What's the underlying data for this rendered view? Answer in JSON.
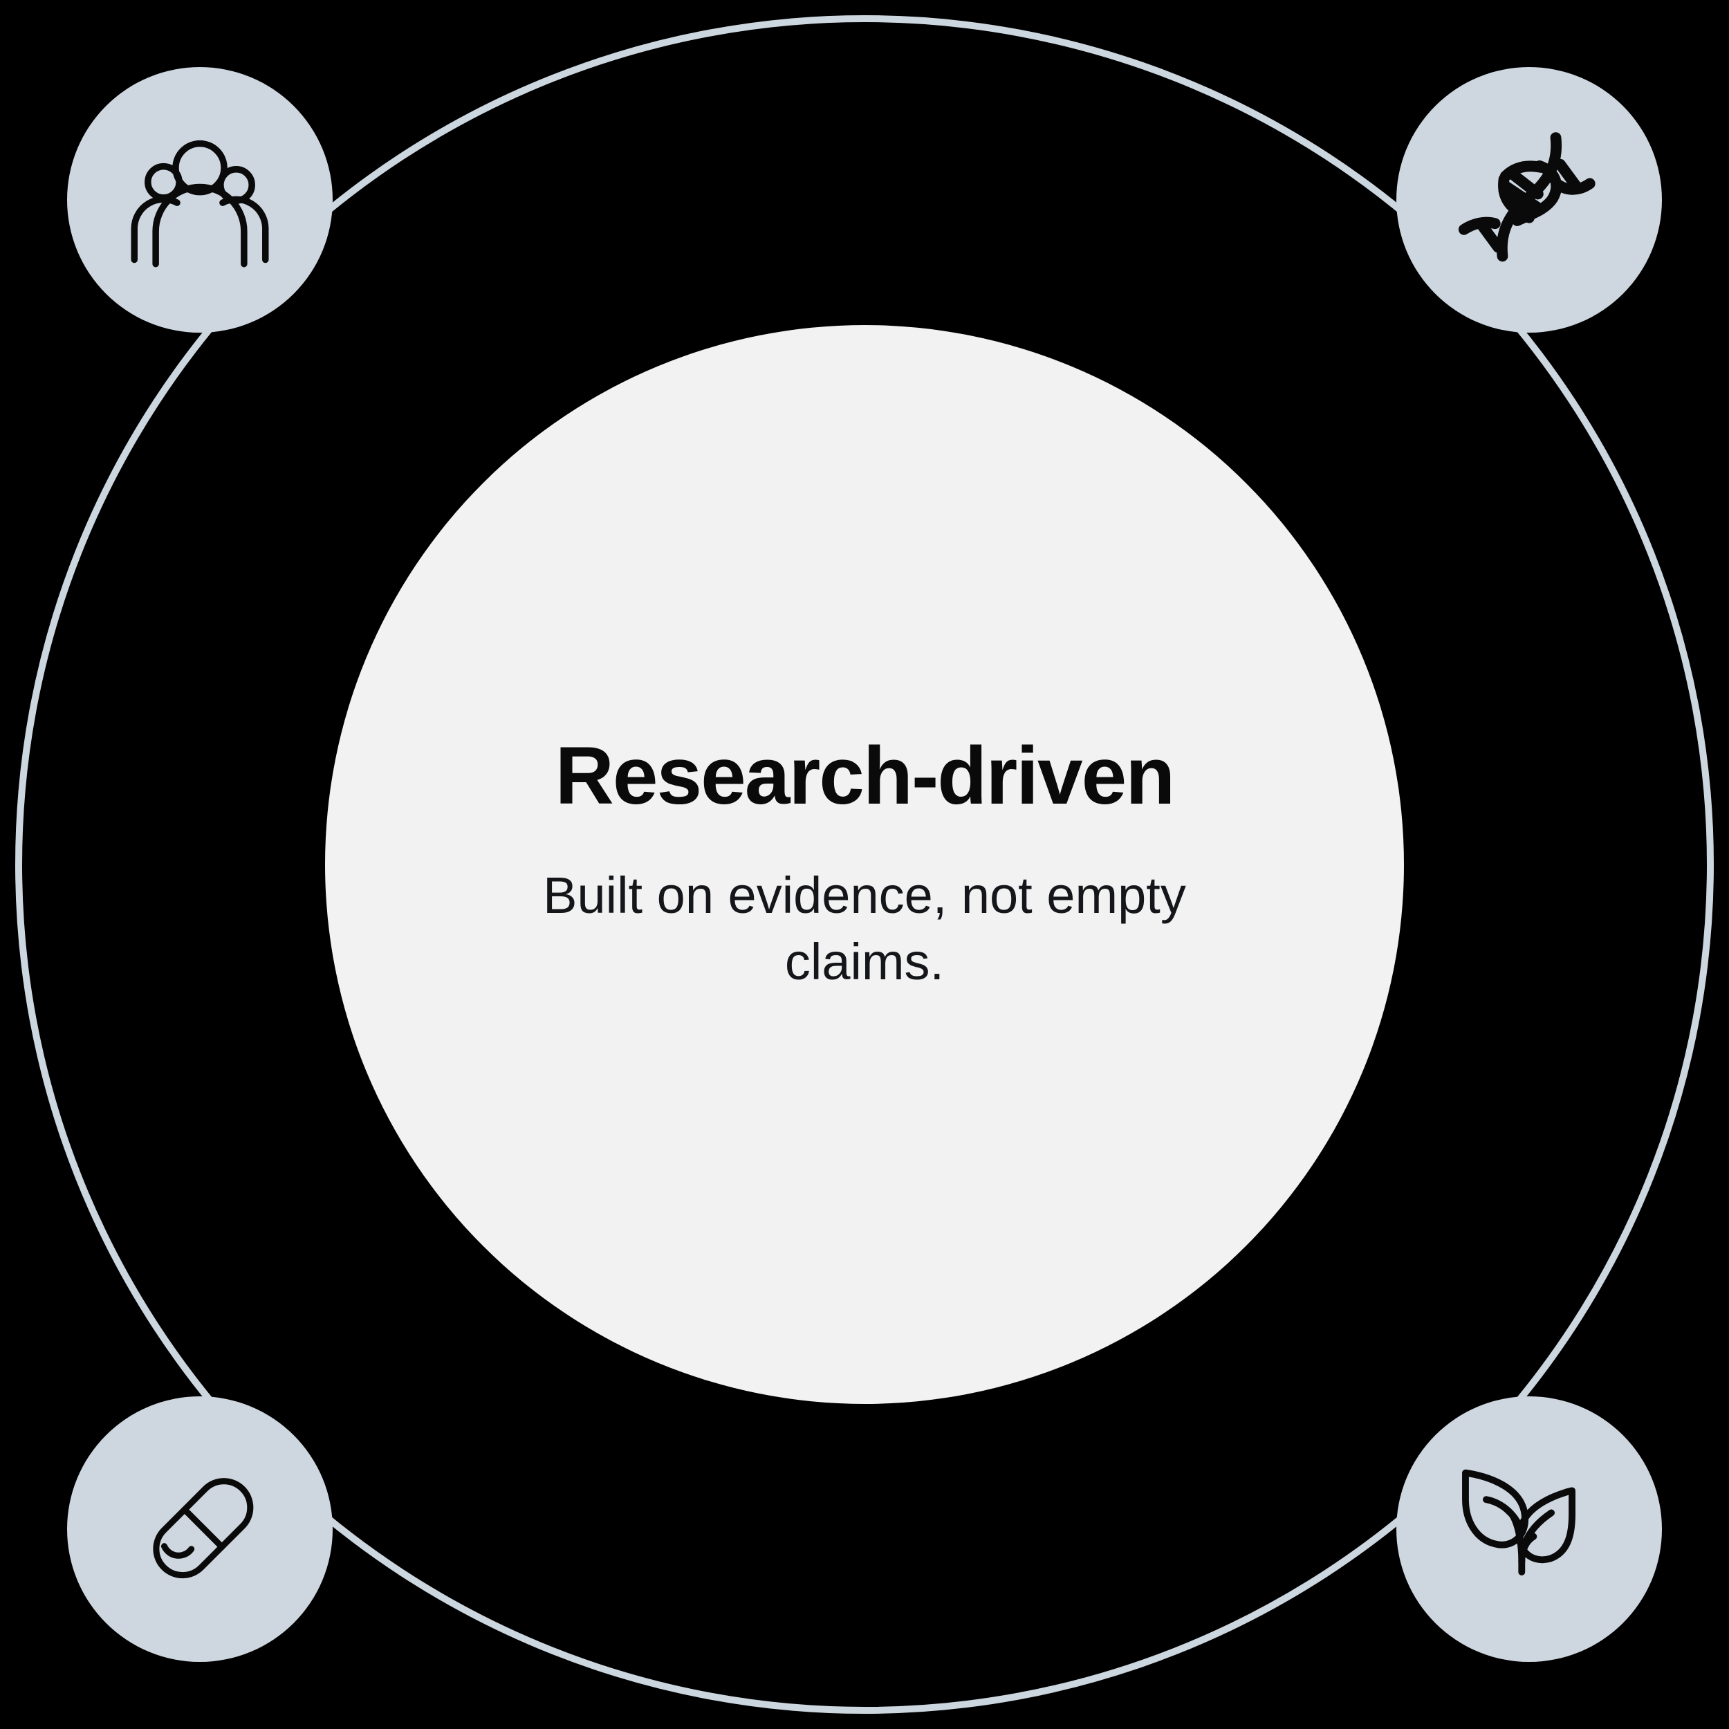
{
  "graphic": {
    "type": "circular-feature-diagram",
    "background_color": "#000000",
    "outer_ring_color": "#ccd6df",
    "badge_background_color": "#ced7e0",
    "badge_icon_color": "#0a0a0a",
    "center_disc_color": "#f2f2f3"
  },
  "center": {
    "title": "Research-driven",
    "subtitle": "Built on evidence, not empty claims."
  },
  "badges": [
    {
      "position": "top-left",
      "icon": "people-group-icon",
      "icon_label": "Three people / community"
    },
    {
      "position": "top-right",
      "icon": "dna-helix-icon",
      "icon_label": "DNA double helix"
    },
    {
      "position": "bottom-left",
      "icon": "pill-capsule-icon",
      "icon_label": "Medicine capsule"
    },
    {
      "position": "bottom-right",
      "icon": "plant-leaves-icon",
      "icon_label": "Sprouting plant with two leaves"
    }
  ]
}
